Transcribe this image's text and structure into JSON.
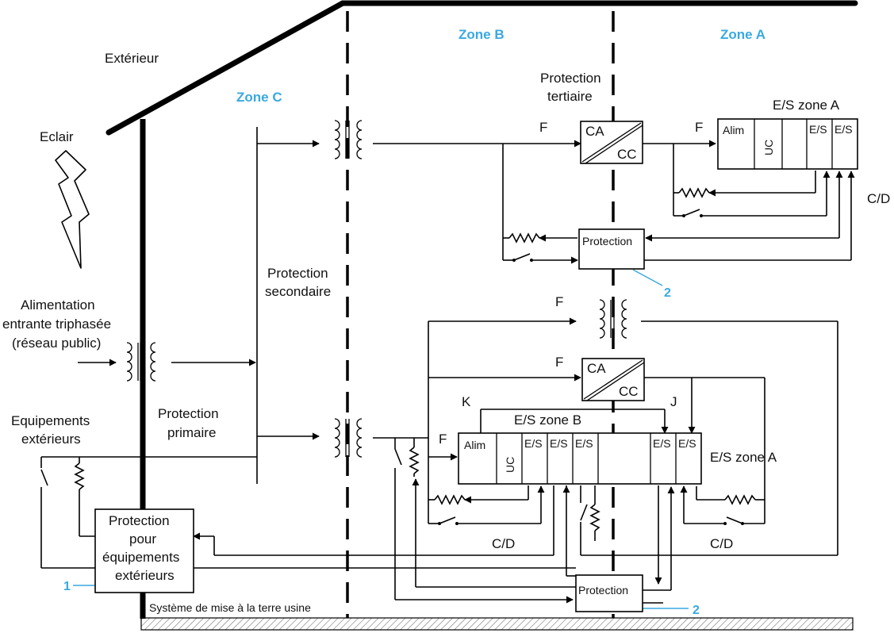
{
  "colors": {
    "accent": "#3aa9e0",
    "line": "#000000",
    "ground_hatch": "#888888"
  },
  "labels": {
    "exterieur": "Extérieur",
    "eclair": "Eclair",
    "zone_c": "Zone C",
    "zone_b": "Zone B",
    "zone_a": "Zone A",
    "protection_tertiaire_1": "Protection",
    "protection_tertiaire_2": "tertiaire",
    "protection_secondaire_1": "Protection",
    "protection_secondaire_2": "secondaire",
    "protection_primaire_1": "Protection",
    "protection_primaire_2": "primaire",
    "alimentation_1": "Alimentation",
    "alimentation_2": "entrante triphasée",
    "alimentation_3": "(réseau public)",
    "equipements_1": "Equipements",
    "equipements_2": "extérieurs",
    "es_zone_a_top": "E/S zone A",
    "es_zone_a_bottom": "E/S zone A",
    "es_zone_b": "E/S zone B",
    "cd_top": "C/D",
    "cd_bottom_left": "C/D",
    "cd_bottom_right": "C/D",
    "f_1": "F",
    "f_2": "F",
    "f_3": "F",
    "f_4": "F",
    "f_5": "F",
    "k": "K",
    "j": "J",
    "ground_system": "Système de mise à la terre usine",
    "num_1": "1",
    "num_2_top": "2",
    "num_2_bottom": "2"
  },
  "boxes": {
    "converter_ca": "CA",
    "converter_cc": "CC",
    "converter2_ca": "CA",
    "converter2_cc": "CC",
    "protection_top": "Protection",
    "protection_bottom": "Protection",
    "protection_ext_1": "Protection",
    "protection_ext_2": "pour",
    "protection_ext_3": "équipements",
    "protection_ext_4": "extérieurs"
  },
  "rack_top": {
    "alim": "Alim",
    "uc": "UC",
    "es1": "E/S",
    "es2": "E/S"
  },
  "rack_bottom": {
    "alim": "Alim",
    "uc": "UC",
    "es1": "E/S",
    "es2": "E/S",
    "es3": "E/S",
    "es4": "E/S",
    "es5": "E/S"
  }
}
